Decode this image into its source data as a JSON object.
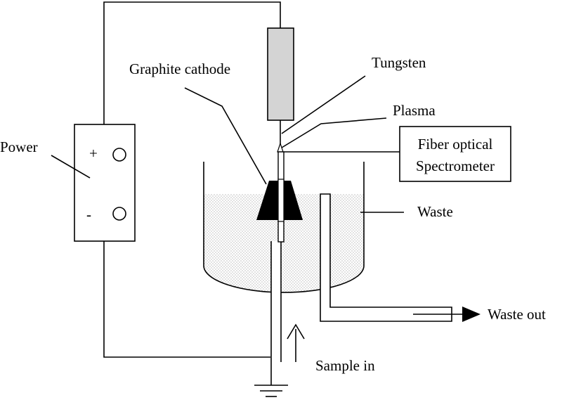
{
  "labels": {
    "power": "Power",
    "plus": "+",
    "minus": "-",
    "graphite_cathode": "Graphite cathode",
    "tungsten": "Tungsten",
    "plasma": "Plasma",
    "spectrometer_line1": "Fiber optical",
    "spectrometer_line2": "Spectrometer",
    "waste": "Waste",
    "waste_out": "Waste out",
    "sample_in": "Sample in"
  },
  "colors": {
    "line": "#000000",
    "tungsten_holder": "#d4d4d4",
    "solution_dots": "#9a9a9a",
    "background": "#ffffff"
  }
}
